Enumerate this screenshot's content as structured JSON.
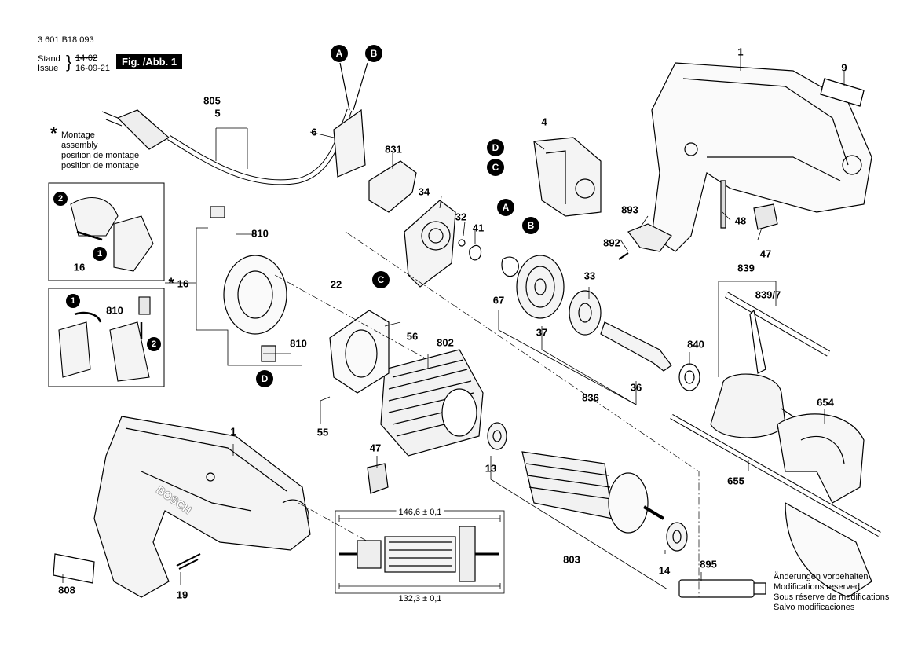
{
  "header": {
    "doc_number": "3 601 B18 093",
    "stand_label": "Stand",
    "issue_label": "Issue",
    "old_date": "14-02",
    "new_date": "16-09-21",
    "figure_tag": "Fig. /Abb. 1"
  },
  "legend": {
    "star": "*",
    "lines": [
      "Montage",
      "assembly",
      "position de montage",
      "position de montage"
    ]
  },
  "badges": [
    "A",
    "B",
    "C",
    "D"
  ],
  "step_numbers": [
    "2",
    "1",
    "1",
    "2"
  ],
  "parts": {
    "p1_top": "1",
    "p9": "9",
    "p4": "4",
    "p831": "831",
    "p34": "34",
    "p32": "32",
    "p41": "41",
    "p893": "893",
    "p892": "892",
    "p48": "48",
    "p47_top": "47",
    "p805": "805",
    "p5": "5",
    "p6": "6",
    "p810_a": "810",
    "p810_b": "810",
    "p810_c": "810",
    "p16_a": "16",
    "p16_star": "16",
    "p22": "22",
    "p56": "56",
    "p802": "802",
    "p67": "67",
    "p37": "37",
    "p33": "33",
    "p36": "36",
    "p836": "836",
    "p839": "839",
    "p839_7": "839/7",
    "p840": "840",
    "p654": "654",
    "p55": "55",
    "p13": "13",
    "p803": "803",
    "p14": "14",
    "p655": "655",
    "p1_bottom": "1",
    "p47_bottom": "47",
    "p808": "808",
    "p19": "19",
    "p895": "895"
  },
  "dimensions": {
    "top": "146,6 ± 0,1",
    "bottom": "132,3 ± 0,1"
  },
  "notes": [
    "Änderungen vorbehalten",
    "Modifications reserved",
    "Sous réserve de modifications",
    "Salvo modificaciones"
  ],
  "brand": "BOSCH"
}
